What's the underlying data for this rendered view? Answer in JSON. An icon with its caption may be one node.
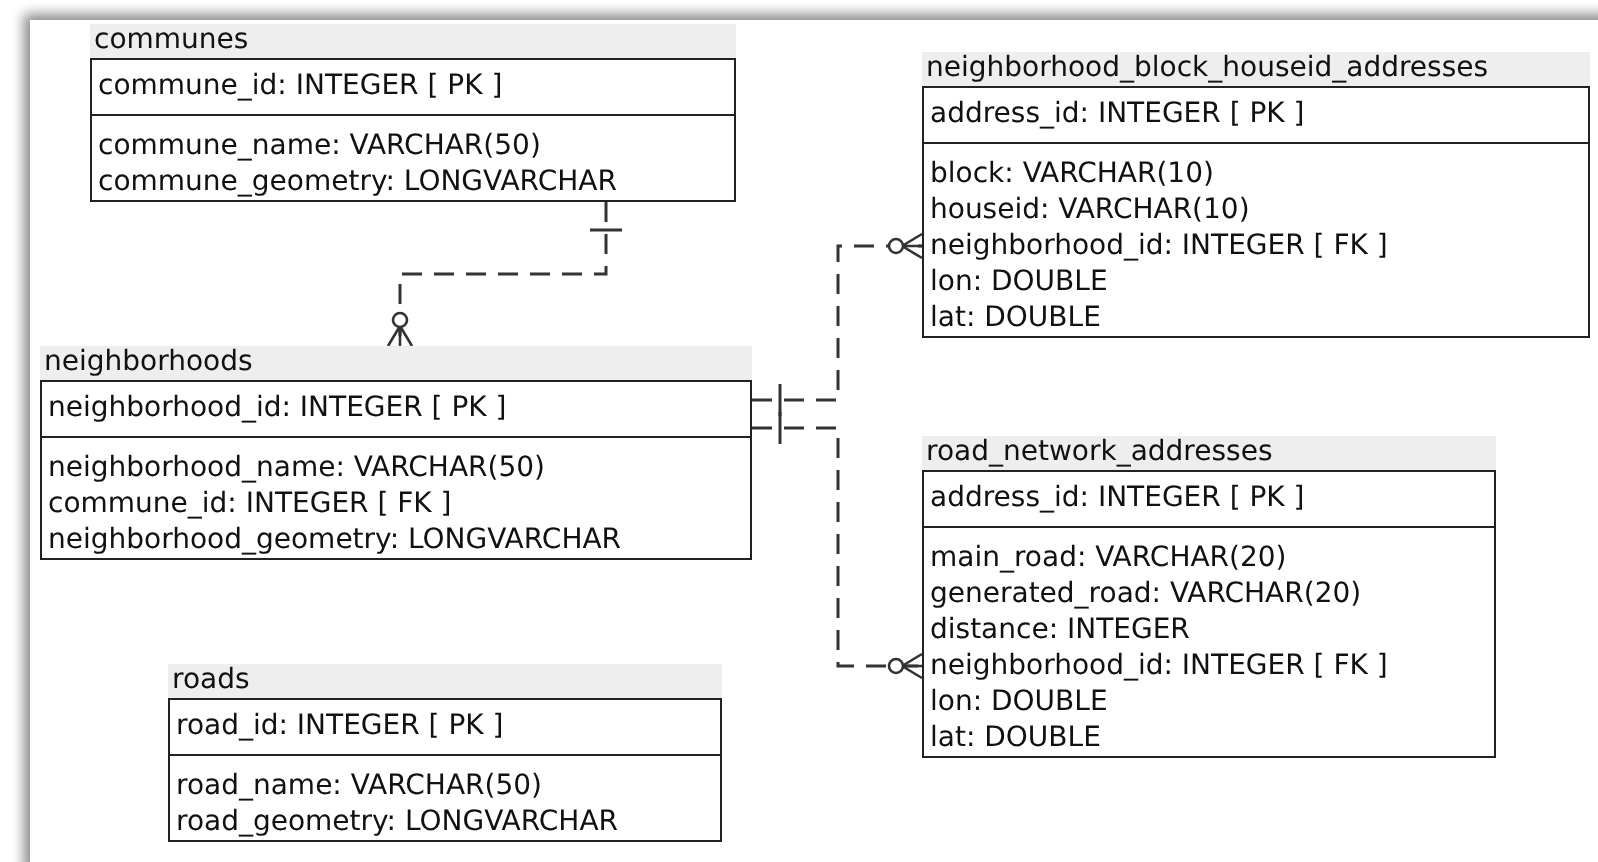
{
  "diagram": {
    "nodes": [
      {
        "text": [
          "communes",
          "commune_id: INTEGER  [ PK ]",
          "commune_name: VARCHAR(50)",
          "commune_geometry: LONGVARCHAR"
        ]
      },
      {
        "text": [
          "neighborhoods",
          "neighborhood_id: INTEGER  [ PK ]",
          "neighborhood_name: VARCHAR(50)",
          "commune_id: INTEGER  [ FK ]",
          "neighborhood_geometry: LONGVARCHAR"
        ]
      },
      {
        "text": [
          "roads",
          "road_id: INTEGER  [ PK ]",
          "road_name: VARCHAR(50)",
          "road_geometry: LONGVARCHAR"
        ]
      },
      {
        "text": [
          "neighborhood_block_houseid_addresses",
          "address_id: INTEGER  [ PK ]",
          "block: VARCHAR(10)",
          "houseid: VARCHAR(10)",
          "neighborhood_id: INTEGER  [ FK ]",
          "lon: DOUBLE",
          "lat: DOUBLE"
        ]
      },
      {
        "text": [
          "road_network_addresses",
          "address_id: INTEGER  [ PK ]",
          "main_road: VARCHAR(20)",
          "generated_road: VARCHAR(20)",
          "distance: INTEGER",
          "neighborhood_id: INTEGER  [ FK ]",
          "lon: DOUBLE",
          "lat: DOUBLE"
        ]
      }
    ],
    "edges": [
      {
        "from": 0,
        "to": 1,
        "arrow": "other",
        "style": "dashed"
      },
      {
        "from": 1,
        "to": 3,
        "arrow": "other",
        "style": "dashed"
      },
      {
        "from": 1,
        "to": 4,
        "arrow": "other",
        "style": "dashed"
      }
    ]
  }
}
